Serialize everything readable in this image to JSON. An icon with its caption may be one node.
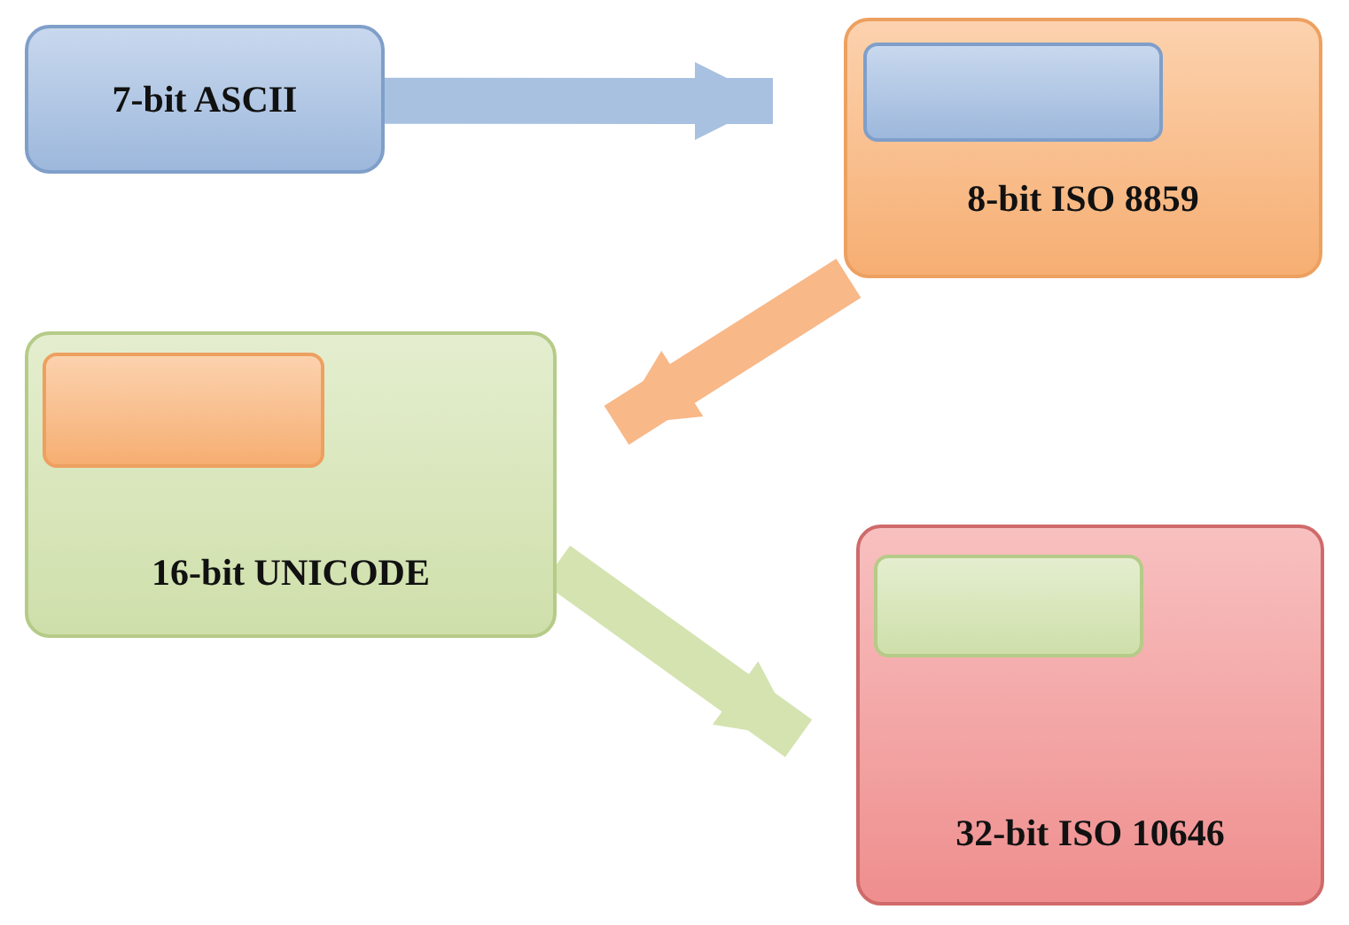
{
  "diagram": {
    "nodes": [
      {
        "text": [
          "7-bit ASCII"
        ]
      },
      {
        "text": [
          "8-bit ISO 8859"
        ]
      },
      {
        "text": [],
        "shape": "box",
        "in": 1
      },
      {
        "text": [
          "16-bit UNICODE"
        ]
      },
      {
        "text": [],
        "shape": "box",
        "in": 3
      },
      {
        "text": [
          "32-bit ISO 10646"
        ]
      },
      {
        "text": [],
        "shape": "box",
        "in": 5
      }
    ],
    "edges": [
      {
        "from": 0,
        "to": 1,
        "arrow": "to",
        "color": "#a9c1e0"
      },
      {
        "from": 1,
        "to": 3,
        "arrow": "to",
        "color": "#f8b888"
      },
      {
        "from": 3,
        "to": 5,
        "arrow": "to",
        "color": "#d4e3b0"
      }
    ]
  }
}
